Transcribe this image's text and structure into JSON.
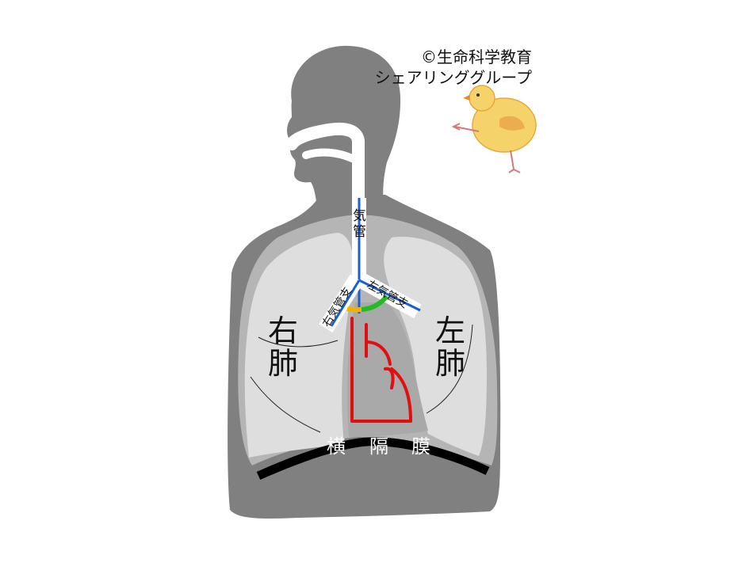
{
  "credit": {
    "line1": "©生命科学教育",
    "line2": "シェアリンググループ"
  },
  "labels": {
    "trachea": "気管",
    "right_bronchus": "右気管支",
    "left_bronchus": "左気管支",
    "right_lung": "右肺",
    "left_lung": "左肺",
    "diaphragm": [
      "横",
      "隔",
      "膜"
    ]
  },
  "colors": {
    "body": "#808080",
    "chest_cavity": "#b5b5b5",
    "lung": "#dedede",
    "mediastinum": "#a9a9a9",
    "airway": "#ffffff",
    "airway_line": "#1a5fd0",
    "right_bronchus_mark": "#f0b400",
    "left_bronchus_mark": "#22bb22",
    "heart_line": "#e01010",
    "diaphragm": "#000000"
  },
  "icons": {
    "mascot": "chick-icon"
  }
}
